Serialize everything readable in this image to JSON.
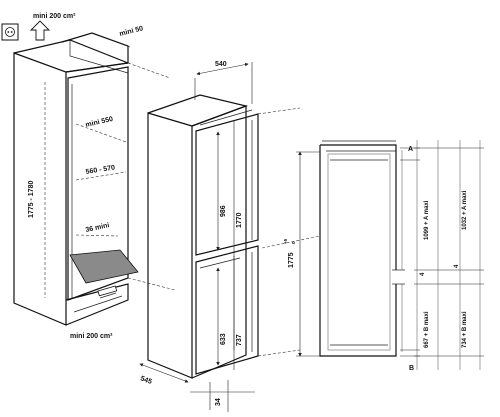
{
  "labels": {
    "mini_200_top": "mini 200 cm²",
    "mini_50": "mini 50",
    "mini_550": "mini 550",
    "range_560_570": "560 - 570",
    "mini_36": "36 mini",
    "height_1775_1780": "1775 - 1780",
    "mini_200_bottom": "mini 200 cm²",
    "depth_540": "540",
    "h_986": "986",
    "h_1770": "1770",
    "h_633": "633",
    "h_737": "737",
    "depth_545": "545",
    "gap_34": "34",
    "height_1775": "1775",
    "tol_plus": "+5",
    "tol_zero": "0",
    "A": "A",
    "B": "B",
    "dim_1099": "1099 + A maxi",
    "dim_1032": "1032 + A maxi",
    "dim_667": "667 + B maxi",
    "dim_734": "734 + B maxi",
    "gap_4a": "4",
    "gap_4b": "4"
  },
  "icons": [
    "power-socket-icon",
    "airflow-arrow-icon"
  ]
}
